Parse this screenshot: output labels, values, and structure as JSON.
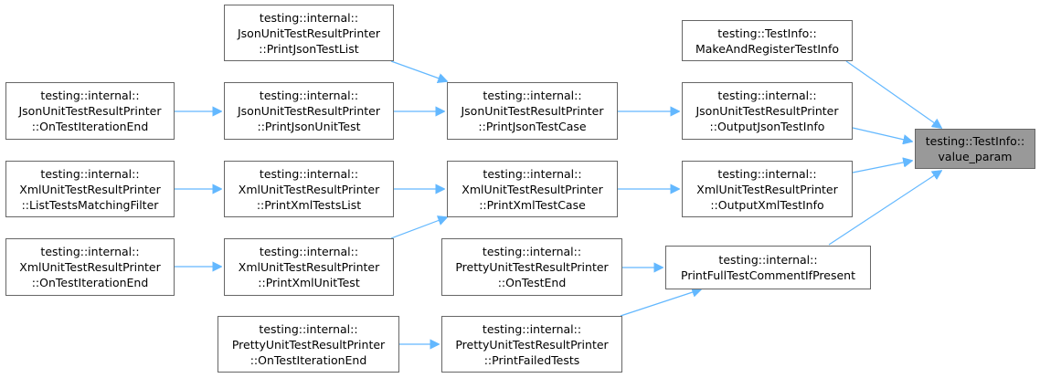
{
  "graph": {
    "root": {
      "line1": "testing::TestInfo::",
      "line2": "value_param"
    },
    "nodes": {
      "make_register": {
        "line1": "testing::TestInfo::",
        "line2": "MakeAndRegisterTestInfo"
      },
      "output_json_test_info": {
        "line1": "testing::internal::",
        "line2": "JsonUnitTestResultPrinter",
        "line3": "::OutputJsonTestInfo"
      },
      "output_xml_test_info": {
        "line1": "testing::internal::",
        "line2": "XmlUnitTestResultPrinter",
        "line3": "::OutputXmlTestInfo"
      },
      "print_full_test_comment": {
        "line1": "testing::internal::",
        "line2": "PrintFullTestCommentIfPresent"
      },
      "print_json_test_case": {
        "line1": "testing::internal::",
        "line2": "JsonUnitTestResultPrinter",
        "line3": "::PrintJsonTestCase"
      },
      "print_xml_test_case": {
        "line1": "testing::internal::",
        "line2": "XmlUnitTestResultPrinter",
        "line3": "::PrintXmlTestCase"
      },
      "pretty_on_test_end": {
        "line1": "testing::internal::",
        "line2": "PrettyUnitTestResultPrinter",
        "line3": "::OnTestEnd"
      },
      "pretty_print_failed_tests": {
        "line1": "testing::internal::",
        "line2": "PrettyUnitTestResultPrinter",
        "line3": "::PrintFailedTests"
      },
      "print_json_test_list": {
        "line1": "testing::internal::",
        "line2": "JsonUnitTestResultPrinter",
        "line3": "::PrintJsonTestList"
      },
      "print_json_unit_test": {
        "line1": "testing::internal::",
        "line2": "JsonUnitTestResultPrinter",
        "line3": "::PrintJsonUnitTest"
      },
      "print_xml_tests_list": {
        "line1": "testing::internal::",
        "line2": "XmlUnitTestResultPrinter",
        "line3": "::PrintXmlTestsList"
      },
      "print_xml_unit_test": {
        "line1": "testing::internal::",
        "line2": "XmlUnitTestResultPrinter",
        "line3": "::PrintXmlUnitTest"
      },
      "pretty_on_test_iteration_end": {
        "line1": "testing::internal::",
        "line2": "PrettyUnitTestResultPrinter",
        "line3": "::OnTestIterationEnd"
      },
      "json_on_test_iteration_end": {
        "line1": "testing::internal::",
        "line2": "JsonUnitTestResultPrinter",
        "line3": "::OnTestIterationEnd"
      },
      "xml_list_tests_matching_filter": {
        "line1": "testing::internal::",
        "line2": "XmlUnitTestResultPrinter",
        "line3": "::ListTestsMatchingFilter"
      },
      "xml_on_test_iteration_end": {
        "line1": "testing::internal::",
        "line2": "XmlUnitTestResultPrinter",
        "line3": "::OnTestIterationEnd"
      }
    },
    "edge_color": "#63b8ff",
    "root_fill": "#999999"
  }
}
